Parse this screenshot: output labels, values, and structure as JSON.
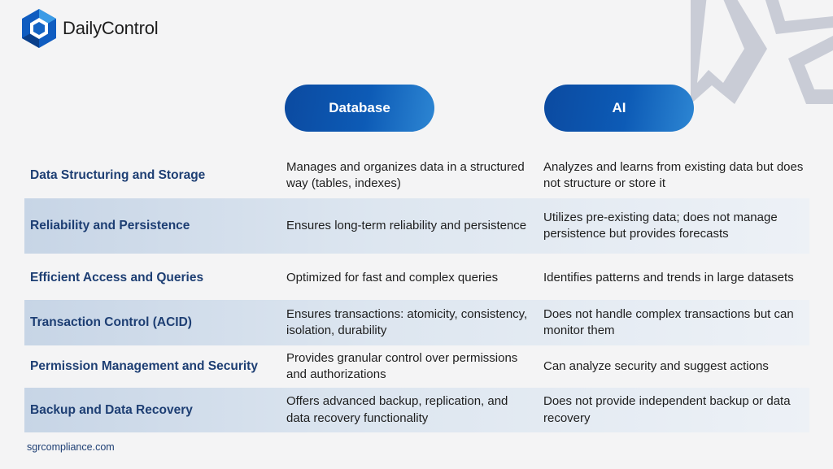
{
  "brand": {
    "name": "DailyControl",
    "logo_icon": "hexagon-logo-icon"
  },
  "columns": {
    "database": "Database",
    "ai": "AI"
  },
  "rows": [
    {
      "feature": "Data Structuring and Storage",
      "database": "Manages and organizes data in a structured way (tables, indexes)",
      "ai": "Analyzes and learns from existing data but does not structure or store it"
    },
    {
      "feature": "Reliability and Persistence",
      "database": "Ensures long-term reliability and persistence",
      "ai": "Utilizes pre-existing data; does not manage persistence but provides forecasts"
    },
    {
      "feature": "Efficient Access and Queries",
      "database": "Optimized for fast and complex queries",
      "ai": "Identifies patterns and trends in large datasets"
    },
    {
      "feature": "Transaction Control (ACID)",
      "database": "Ensures transactions: atomicity, consistency, isolation, durability",
      "ai": "Does not handle complex transactions but can monitor them"
    },
    {
      "feature": "Permission Management and Security",
      "database": "Provides granular control over permissions and authorizations",
      "ai": "Can analyze security and suggest actions"
    },
    {
      "feature": "Backup and Data Recovery",
      "database": "Offers advanced backup, replication, and data recovery functionality",
      "ai": "Does not provide independent backup or data recovery"
    }
  ],
  "footer": {
    "website": "sgrcompliance.com"
  },
  "colors": {
    "accent_blue": "#0d5bb6",
    "heading_navy": "#1d3e73",
    "row_shade": "#d2deeb",
    "background": "#f4f4f5",
    "decoration_gray": "#c9ccd6"
  }
}
